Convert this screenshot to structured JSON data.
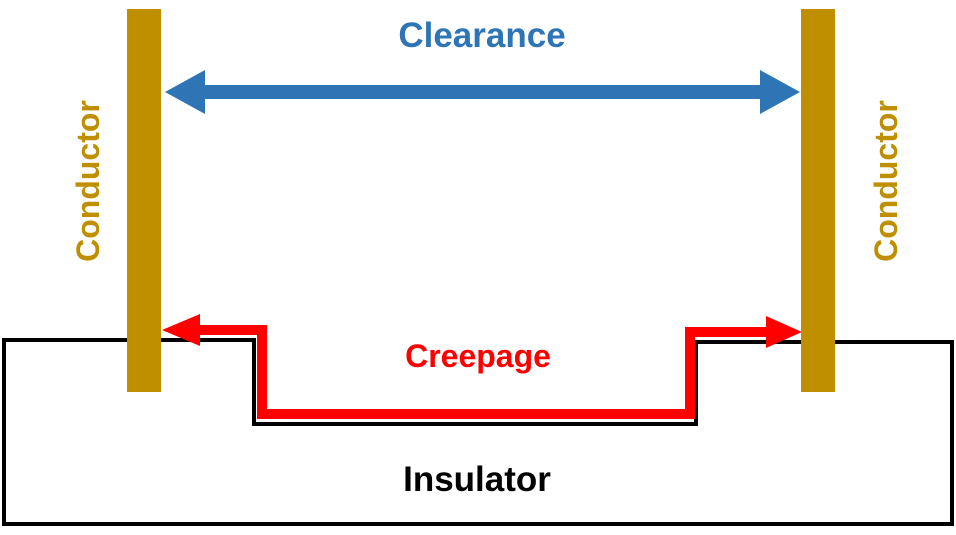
{
  "labels": {
    "clearance": "Clearance",
    "creepage": "Creepage",
    "insulator": "Insulator",
    "conductor_left": "Conductor",
    "conductor_right": "Conductor"
  },
  "colors": {
    "conductor": "#bf8f00",
    "clearance": "#2e75b6",
    "creepage": "#ff0000",
    "insulator_outline": "#000000",
    "insulator_text": "#000000"
  }
}
